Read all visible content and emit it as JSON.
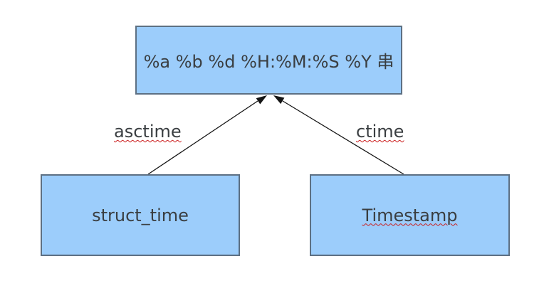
{
  "diagram": {
    "background_color": "#ffffff",
    "node_fill_color": "#9ccdfb",
    "node_border_color": "#5d7083",
    "text_color": "#3a3e41",
    "edge_line_color": "#141414",
    "spellcheck_underline_color": "#cc1f1f",
    "nodes": [
      {
        "id": "format-string",
        "label": "%a %b %d %H:%M:%S %Y 串",
        "misspelled_underline": false
      },
      {
        "id": "struct-time",
        "label": "struct_time",
        "misspelled_underline": false
      },
      {
        "id": "timestamp",
        "label": "Timestamp",
        "misspelled_underline": true
      }
    ],
    "edges": [
      {
        "id": "asctime",
        "label": "asctime",
        "from": "struct-time",
        "to": "format-string",
        "misspelled_underline": true
      },
      {
        "id": "ctime",
        "label": "ctime",
        "from": "timestamp",
        "to": "format-string",
        "misspelled_underline": true
      }
    ]
  }
}
